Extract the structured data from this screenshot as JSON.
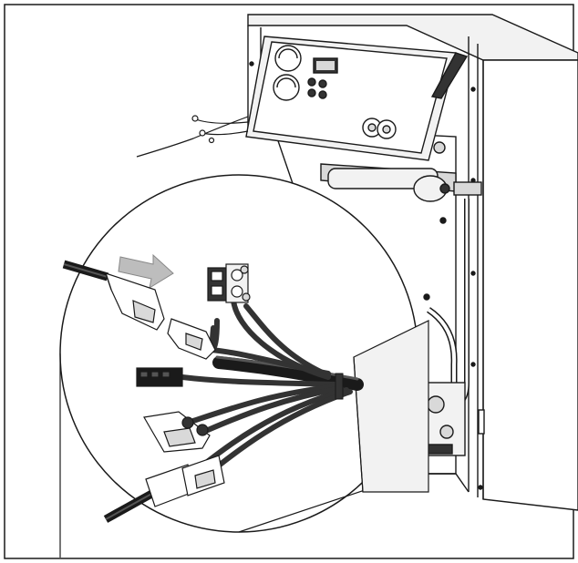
{
  "figure": {
    "line_color": "#1a1a1a",
    "fill_light": "#f2f2f2",
    "fill_mid": "#d9d9d9",
    "fill_dark": "#333333",
    "arrow_color": "#bdbdbd",
    "icons": [
      "boiler-unit",
      "control-panel",
      "detail-magnifier-circle",
      "wiring-harness",
      "connector-plug",
      "terminal-block",
      "insertion-arrow"
    ]
  }
}
